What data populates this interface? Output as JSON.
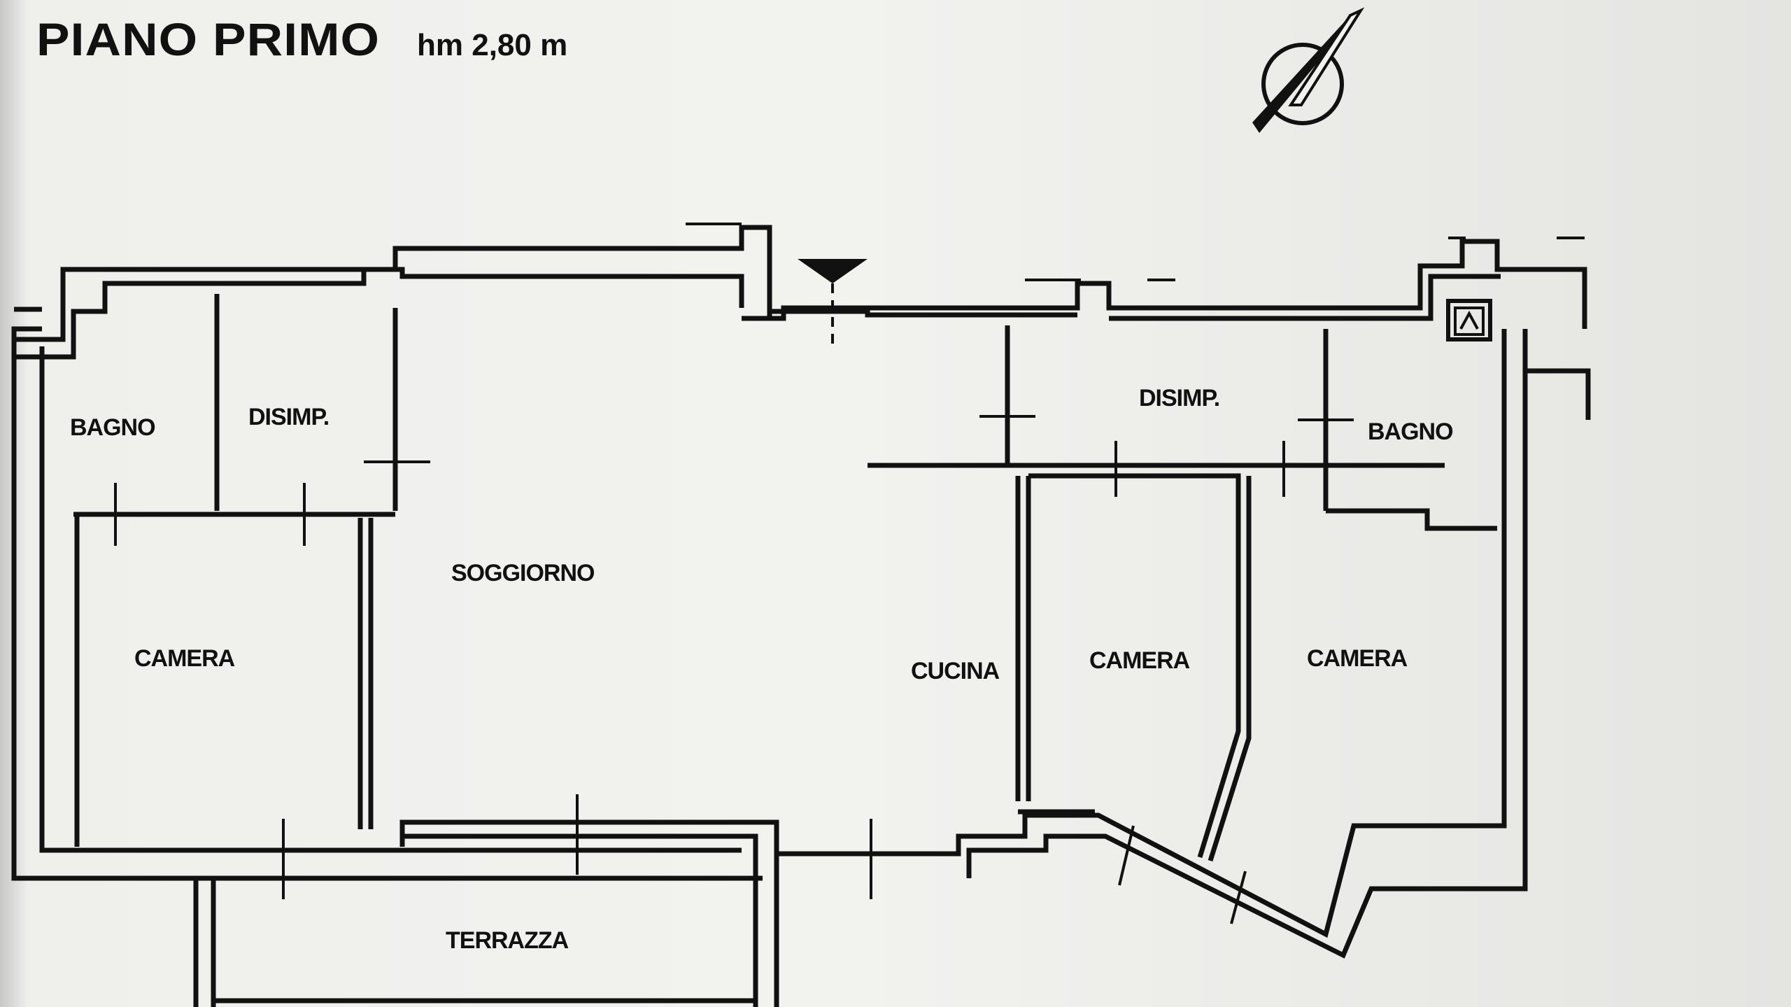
{
  "header": {
    "floor_title": "PIANO PRIMO",
    "floor_height": "hm 2,80 m"
  },
  "rooms": {
    "bagno_left": "BAGNO",
    "disimpegno_left": "DISIMP.",
    "soggiorno": "SOGGIORNO",
    "camera_left": "CAMERA",
    "terrazza": "TERRAZZA",
    "cucina": "CUCINA",
    "disimpegno_right": "DISIMP.",
    "bagno_right": "BAGNO",
    "camera_center": "CAMERA",
    "camera_right": "CAMERA"
  },
  "symbols": {
    "north_arrow_icon": "north-arrow-icon",
    "entrance_icon": "entrance-triangle-icon",
    "flue_icon": "flue-box-icon"
  },
  "colors": {
    "ink": "#111111",
    "paper": "#f2f2ef"
  }
}
